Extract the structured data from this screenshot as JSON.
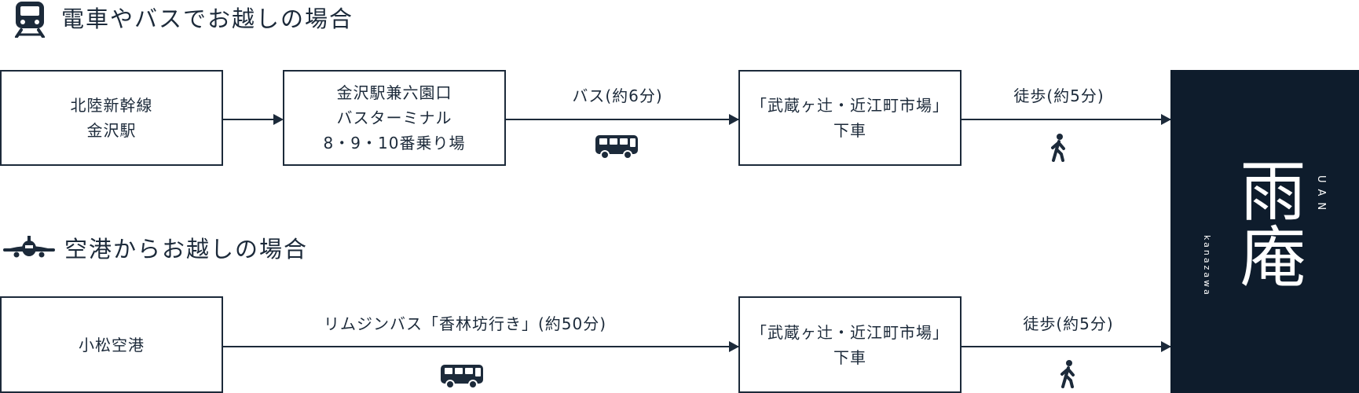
{
  "colors": {
    "navy": "#0e1c2c",
    "stroke": "#1c2a3a",
    "white": "#ffffff"
  },
  "icons": {
    "train": "train-icon",
    "plane": "airplane-icon",
    "bus": "bus-icon",
    "walk": "walking-person-icon"
  },
  "train_route": {
    "title": "電車やバスでお越しの場合",
    "box1": [
      "北陸新幹線",
      "金沢駅"
    ],
    "box2": [
      "金沢駅兼六園口",
      "バスターミナル",
      "8・9・10番乗り場"
    ],
    "leg2_label": "バス(約6分)",
    "box3": [
      "「武蔵ヶ辻・近江町市場」",
      "下車"
    ],
    "leg3_label": "徒歩(約5分)"
  },
  "airport_route": {
    "title": "空港からお越しの場合",
    "box1": [
      "小松空港"
    ],
    "leg1_label": "リムジンバス「香林坊行き」(約50分)",
    "box2": [
      "「武蔵ヶ辻・近江町市場」",
      "下車"
    ],
    "leg2_label": "徒歩(約5分)"
  },
  "destination": {
    "logo": "雨庵",
    "romaji": "UAN",
    "city": "kanazawa"
  }
}
